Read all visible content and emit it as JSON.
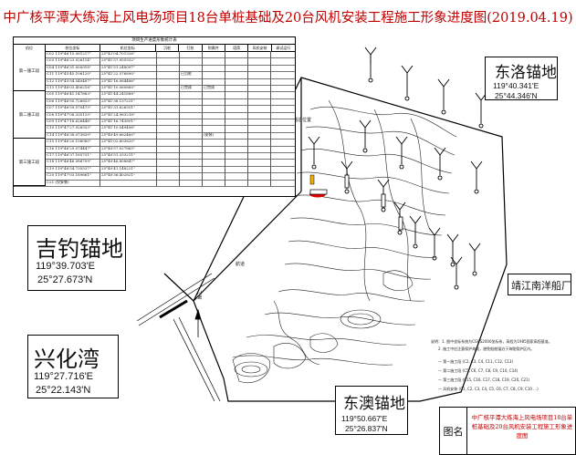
{
  "title": "中广核平潭大练海上风电场项目18台单桩基础及20台风机安装工程施工形象进度图(2019.04.19)",
  "table": {
    "title": "项目生产进度形象统计表",
    "headers": [
      "机位",
      "桩位坐标",
      "机位坐标",
      "沉桩",
      "打桩",
      "附属件",
      "塔筒",
      "风机安装",
      "调试运行"
    ],
    "groups": [
      "第一施工段",
      "第二施工段",
      "第三施工段"
    ],
    "rows": [
      {
        "id": "C02",
        "lon": "119°46'15.561217\"",
        "lat": "25°42'04.701326\"",
        "s1": "",
        "s2": ""
      },
      {
        "id": "C03",
        "lon": "119°46'23.026114\"",
        "lat": "25°41'57.955552\"",
        "s1": "",
        "s2": ""
      },
      {
        "id": "C04",
        "lon": "119°46'31.000918\"",
        "lat": "25°41'51.248097\"",
        "s1": "",
        "s2": ""
      },
      {
        "id": "C11",
        "lon": "119°45'45.106120\"",
        "lat": "25°41'22.576890\"",
        "s1": "已沉桩",
        "s2": ""
      },
      {
        "id": "C12",
        "lon": "119°45'54.540487\"",
        "lat": "25°41'16.064486\"",
        "s1": "",
        "s2": ""
      },
      {
        "id": "C13",
        "lon": "119°46'03.456218\"",
        "lat": "25°41'10.060865\"",
        "s1": "已完成",
        "s2": "已完成"
      },
      {
        "id": "C05",
        "lon": "119°46'41.147883\"",
        "lat": "25°41'44.241888\"",
        "s1": "",
        "s2": ""
      },
      {
        "id": "C06",
        "lon": "119°46'50.726853\"",
        "lat": "25°41'38.137231\"",
        "s1": "",
        "s2": ""
      },
      {
        "id": "C07",
        "lon": "119°46'59.570473\"",
        "lat": "25°41'31.626551\"",
        "s1": "",
        "s2": ""
      },
      {
        "id": "C08",
        "lon": "119°47'08.335125\"",
        "lat": "25°41'24.963218\"",
        "s1": "",
        "s2": ""
      },
      {
        "id": "C09",
        "lon": "119°47'18.626446\"",
        "lat": "25°41'16.743891\"",
        "s1": "",
        "s2": ""
      },
      {
        "id": "C10",
        "lon": "119°47'27.926553\"",
        "lat": "25°41'10.049496\"",
        "s1": "",
        "s2": ""
      },
      {
        "id": "C14",
        "lon": "119°46'38.073839\"",
        "lat": "25°40'49.662460\"",
        "s1": "",
        "s2": "(安装)"
      },
      {
        "id": "C15",
        "lon": "119°46'20.156080\"",
        "lat": "25°41'02.603820\"",
        "s1": "",
        "s2": ""
      },
      {
        "id": "C16",
        "lon": "119°46'29.074447\"",
        "lat": "25°40'57.027863\"",
        "s1": "",
        "s2": ""
      },
      {
        "id": "C17",
        "lon": "119°46'37.185731\"",
        "lat": "25°40'51.333211\"",
        "s1": "",
        "s2": ""
      },
      {
        "id": "C18",
        "lon": "119°46'46.086709\"",
        "lat": "25°40'46.808847\"",
        "s1": "",
        "s2": ""
      },
      {
        "id": "C19",
        "lon": "119°46'54.735537\"",
        "lat": "25°40'41.148221\"",
        "s1": "",
        "s2": ""
      },
      {
        "id": "C20",
        "lon": "119°47'03.189661\"",
        "lat": "25°40'36.402821\"",
        "s1": "",
        "s2": ""
      },
      {
        "id": "C21",
        "lon": "(仅安装)",
        "lat": "",
        "s1": "",
        "s2": ""
      }
    ]
  },
  "anchorages": [
    {
      "name": "东洛锚地",
      "lon": "119°40.341'E",
      "lat": "25°44.346'N"
    },
    {
      "name": "吉钓锚地",
      "lon": "119°39.703'E",
      "lat": "25°27.673'N"
    },
    {
      "name": "兴化湾",
      "lon": "119°27.716'E",
      "lat": "25°22.143'N"
    },
    {
      "name": "东澳锚地",
      "lon": "119°50.667'E",
      "lat": "25°26.837'N"
    }
  ],
  "shipyard": "靖江南洋船厂",
  "map_labels": {
    "route_a": "航道",
    "route_b": "施工",
    "crane_area": "锚泊位置"
  },
  "legend": [
    "说明：1. 图中坐标系统为CGCS2000坐标系，高程为1985国家高程基准。",
    "2. 施工中应注意保护海缆，避免船舶锚泊于海缆保护区内。",
    "— 第一施工段 (C2, C3, C4, C11, C12, C13)",
    "— 第二施工段 (C5, C6, C7, C8, C9, C10, C14)",
    "— 第三施工段 (C15, C16, C17, C18, C19, C20, C21)",
    "— 风机安装 (C1, C2, C3, C4, C5, C6, C7, C8, C9, C10 …)"
  ],
  "title_block": {
    "label": "图名",
    "text": "中广核平潭大练海上风电场项目18台单桩基础及20台风机安装工程施工形象进度图"
  },
  "colors": {
    "title": "#c00000",
    "boat": "#e00000",
    "line": "#000000"
  }
}
